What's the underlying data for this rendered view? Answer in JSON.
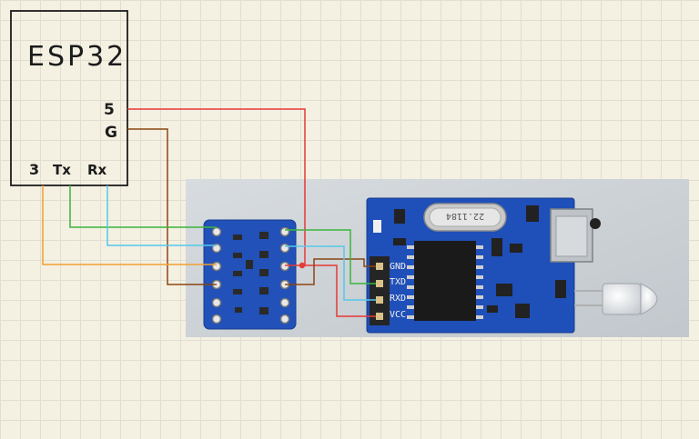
{
  "esp32": {
    "title": "ESP32",
    "pin_5v": "5",
    "pin_gnd": "G",
    "pin_3v3": "3",
    "pin_tx": "Tx",
    "pin_rx": "Rx"
  },
  "ir_module": {
    "pin_gnd": "GND",
    "pin_txd": "TXD",
    "pin_rxd": "RXD",
    "pin_vcc": "VCC",
    "crystal_text": "22.1184"
  },
  "wire_colors": {
    "vcc_5v": "#e53935",
    "gnd": "#8b4513",
    "vcc_3v3": "#f0a030",
    "tx": "#3ab53a",
    "rx": "#55c8ea"
  },
  "colors": {
    "pcb": "#1f4fb8",
    "photo_bg": "#cfd4d8"
  }
}
